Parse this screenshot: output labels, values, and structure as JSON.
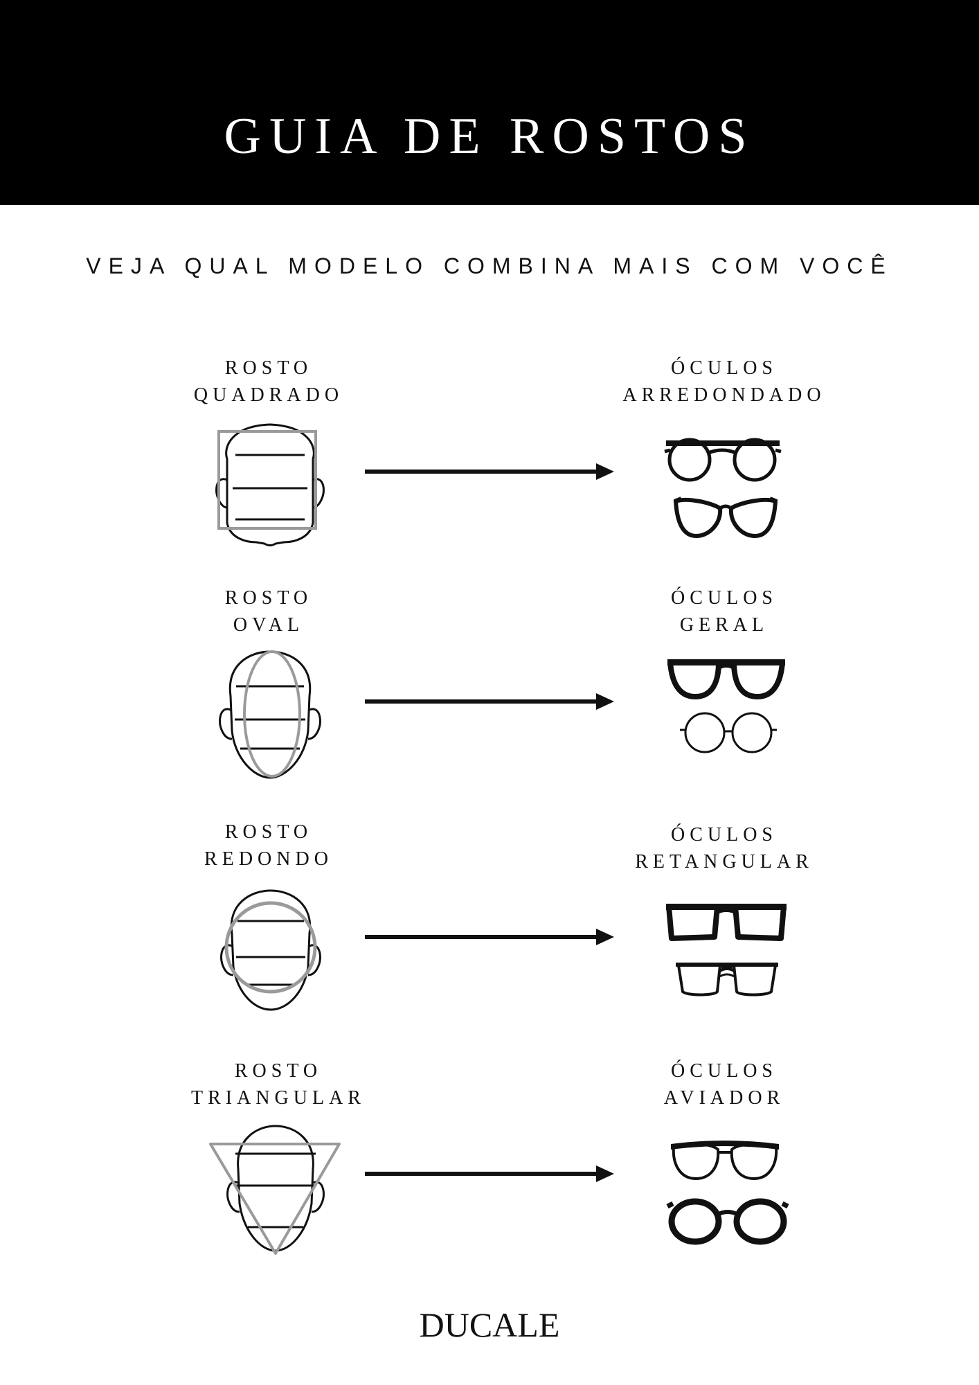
{
  "header": {
    "title": "GUIA DE ROSTOS"
  },
  "subtitle": "VEJA QUAL MODELO COMBINA MAIS COM VOCÊ",
  "rows": [
    {
      "face_line1": "ROSTO",
      "face_line2": "QUADRADO",
      "face_icon": "square-face-icon",
      "glasses_line1": "ÓCULOS",
      "glasses_line2": "ARREDONDADO",
      "glasses_icons": [
        "round-glasses-icon",
        "cat-eye-glasses-icon"
      ]
    },
    {
      "face_line1": "ROSTO",
      "face_line2": "OVAL",
      "face_icon": "oval-face-icon",
      "glasses_line1": "ÓCULOS",
      "glasses_line2": "GERAL",
      "glasses_icons": [
        "wayfarer-glasses-icon",
        "thin-round-glasses-icon"
      ]
    },
    {
      "face_line1": "ROSTO",
      "face_line2": "REDONDO",
      "face_icon": "round-face-icon",
      "glasses_line1": "ÓCULOS",
      "glasses_line2": "RETANGULAR",
      "glasses_icons": [
        "rectangular-glasses-icon",
        "double-bridge-glasses-icon"
      ]
    },
    {
      "face_line1": "ROSTO",
      "face_line2": "TRIANGULAR",
      "face_icon": "triangular-face-icon",
      "glasses_line1": "ÓCULOS",
      "glasses_line2": "AVIADOR",
      "glasses_icons": [
        "aviator-glasses-icon",
        "bold-round-glasses-icon"
      ]
    }
  ],
  "colors": {
    "header_bg": "#000000",
    "outline": "#111111",
    "guide": "#9a9a9a"
  },
  "brand": "DUCALE"
}
